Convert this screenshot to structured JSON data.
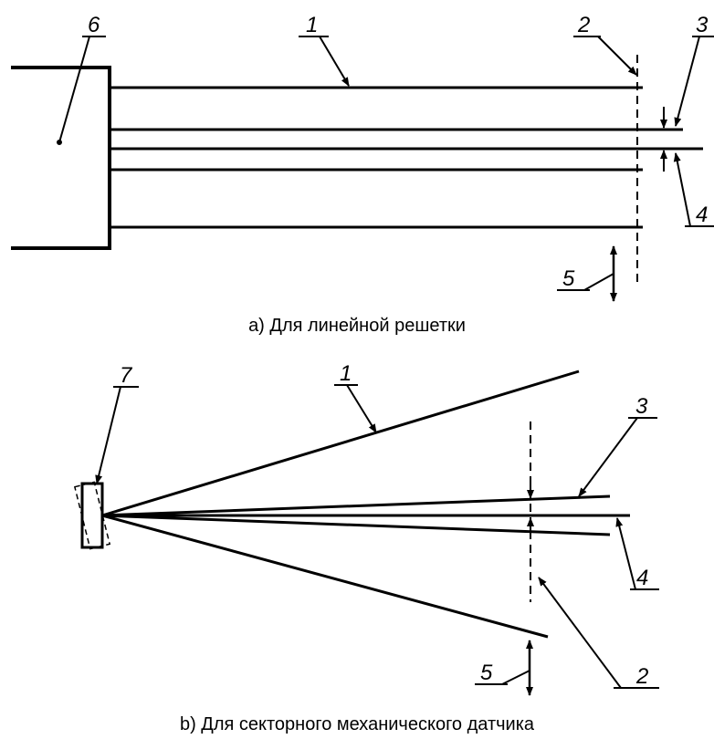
{
  "figure_a": {
    "caption": "a) Для линейной решетки",
    "labels": {
      "l1": "1",
      "l2": "2",
      "l3": "3",
      "l4": "4",
      "l5": "5",
      "l6": "6"
    }
  },
  "figure_b": {
    "caption": "b) Для секторного механического датчика",
    "labels": {
      "l1": "1",
      "l2": "2",
      "l3": "3",
      "l4": "4",
      "l5": "5",
      "l7": "7"
    }
  }
}
